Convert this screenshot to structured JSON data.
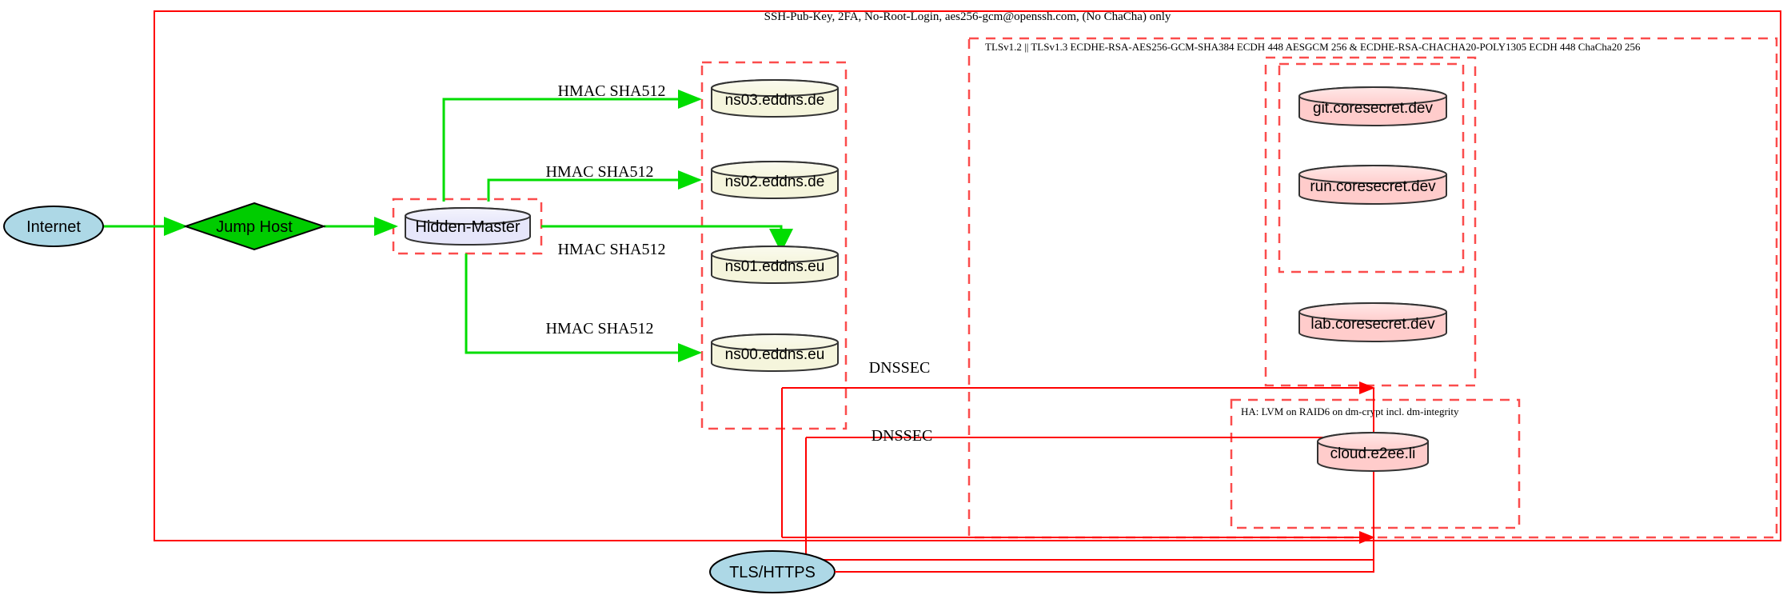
{
  "diagram": {
    "title_top": "SSH-Pub-Key, 2FA, No-Root-Login, aes256-gcm@openssh.com, (No ChaCha) only",
    "colors": {
      "boundary_red": "#ff0000",
      "dashed_red": "#fb4c4c",
      "edge_green": "#00dd00",
      "edge_red": "#ff0000",
      "ellipse_blue": "#add8e6",
      "diamond_green": "#00cc00",
      "cylinder_lavender": "#e6e6fa",
      "cylinder_yellow": "#f5f5dc",
      "cylinder_pink": "#ffcccb"
    }
  },
  "clusters": {
    "outer_ssh": {
      "label": "SSH-Pub-Key, 2FA, No-Root-Login, aes256-gcm@openssh.com, (No ChaCha) only"
    },
    "tls": {
      "label": "TLSv1.2 || TLSv1.3 ECDHE-RSA-AES256-GCM-SHA384 ECDH 448 AESGCM 256 & ECDHE-RSA-CHACHA20-POLY1305 ECDH 448 ChaCha20 256"
    },
    "ha": {
      "label": "HA: LVM on RAID6 on dm-crypt incl. dm-integrity"
    }
  },
  "nodes": {
    "internet": {
      "label": "Internet",
      "shape": "ellipse",
      "fill": "#add8e6"
    },
    "jump_host": {
      "label": "Jump Host",
      "shape": "diamond",
      "fill": "#00cc00"
    },
    "hidden_master": {
      "label": "Hidden-Master",
      "shape": "cylinder",
      "fill": "#e6e6fa"
    },
    "ns03": {
      "label": "ns03.eddns.de",
      "shape": "cylinder",
      "fill": "#f5f5dc"
    },
    "ns02": {
      "label": "ns02.eddns.de",
      "shape": "cylinder",
      "fill": "#f5f5dc"
    },
    "ns01": {
      "label": "ns01.eddns.eu",
      "shape": "cylinder",
      "fill": "#f5f5dc"
    },
    "ns00": {
      "label": "ns00.eddns.eu",
      "shape": "cylinder",
      "fill": "#f5f5dc"
    },
    "git": {
      "label": "git.coresecret.dev",
      "shape": "cylinder",
      "fill": "#ffcccb"
    },
    "run": {
      "label": "run.coresecret.dev",
      "shape": "cylinder",
      "fill": "#ffcccb"
    },
    "lab": {
      "label": "lab.coresecret.dev",
      "shape": "cylinder",
      "fill": "#ffcccb"
    },
    "cloud": {
      "label": "cloud.e2ee.li",
      "shape": "cylinder",
      "fill": "#ffcccb"
    },
    "tls_https": {
      "label": "TLS/HTTPS",
      "shape": "ellipse",
      "fill": "#add8e6"
    }
  },
  "edge_labels": {
    "hmac_ns03": "HMAC SHA512",
    "hmac_ns02": "HMAC SHA512",
    "hmac_ns01": "HMAC SHA512",
    "hmac_ns00": "HMAC SHA512",
    "dnssec_top": "DNSSEC",
    "dnssec_bottom": "DNSSEC"
  }
}
